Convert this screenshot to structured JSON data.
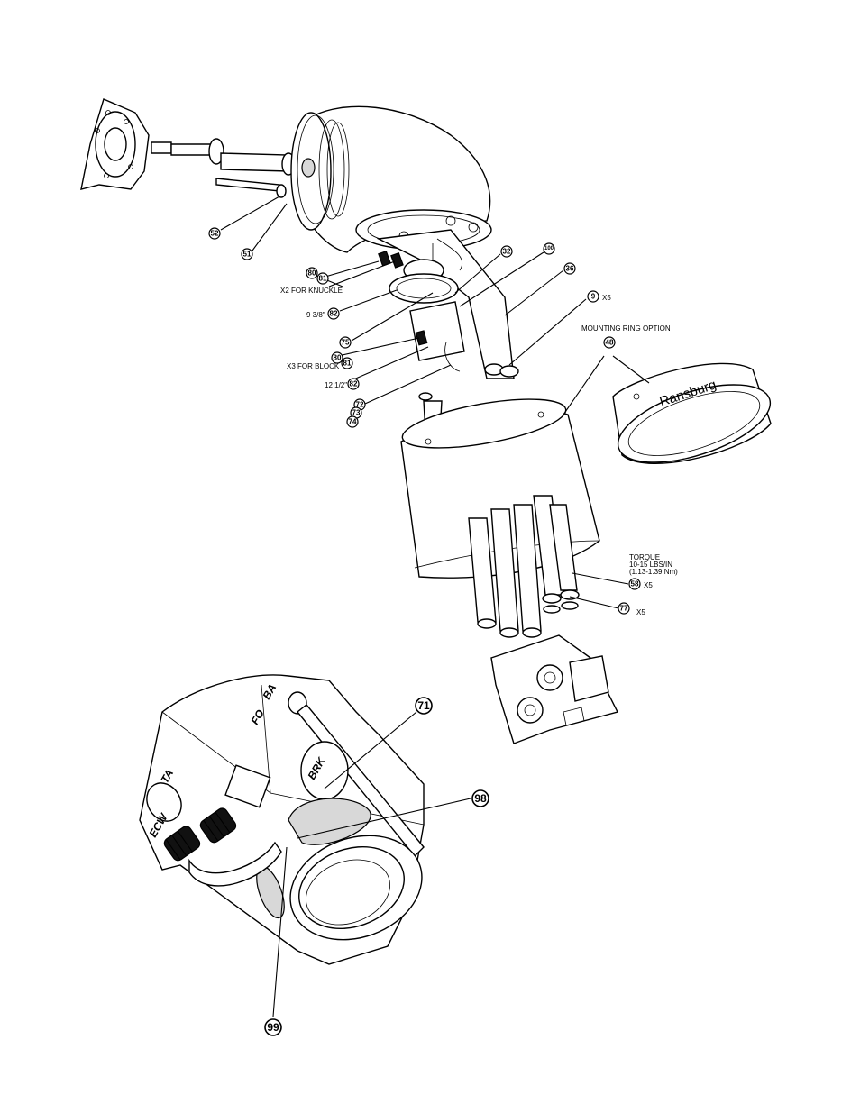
{
  "notes": {
    "x2_knuckle": "X2 FOR KNUCKLE",
    "x3_block": "X3 FOR BLOCK",
    "len_9_3_8": "9 3/8\"",
    "len_12_1_2": "12 1/2\"",
    "x5_a": "X5",
    "x5_b": "X5",
    "x5_c": "X5",
    "mounting_ring": "MOUNTING RING OPTION",
    "torque_title": "TORQUE",
    "torque_lbs": "10-15 LBS/IN",
    "torque_nm": "(1.13-1.39 Nm)"
  },
  "brand": "Ransburg",
  "port_labels": {
    "fo": "FO",
    "brk": "BRK",
    "ta": "TA",
    "ecw": "ECW",
    "ba": "BA"
  },
  "callouts": {
    "c52": "52",
    "c51": "51",
    "c80a": "80",
    "c81a": "81",
    "c82a": "82",
    "c75": "75",
    "c80b": "80",
    "c81b": "81",
    "c82b": "82",
    "c72": "72",
    "c73": "73",
    "c74": "74",
    "c32": "32",
    "c100": "100",
    "c36": "36",
    "c9": "9",
    "c48": "48",
    "c58": "58",
    "c77": "77",
    "c71": "71",
    "c98": "98",
    "c99": "99"
  }
}
